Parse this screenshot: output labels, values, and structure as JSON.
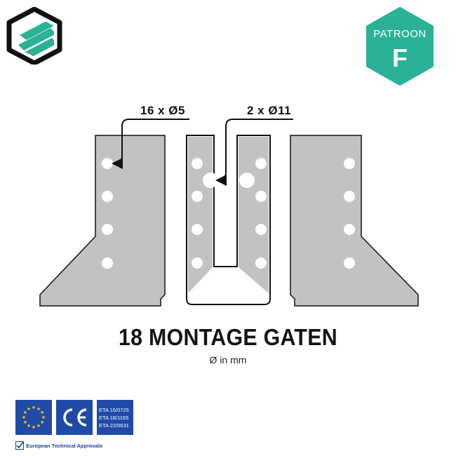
{
  "brand": {
    "logo_icon": "hexagon-stripes-logo",
    "primary_color": "#2bb296",
    "dark_color": "#111111"
  },
  "badge": {
    "label": "PATROON",
    "letter": "F",
    "color": "#2bb296"
  },
  "diagram": {
    "plate_color": "#c2c2c2",
    "hole_color": "#ffffff",
    "callouts": [
      {
        "label": "16 x Ø5",
        "target": "small-hole"
      },
      {
        "label": "2 x Ø11",
        "target": "large-hole"
      }
    ]
  },
  "title": "18 MONTAGE GATEN",
  "subtitle": "Ø in mm",
  "certifications": {
    "eu_flag_icon": "eu-flag-icon",
    "ce_mark": "CE",
    "eta_lines": [
      "ETA 15/0725",
      "ETA 18/1165",
      "ETA 22/0631"
    ],
    "approvals_label": "European Technical Approvals",
    "cert_color": "#1f4aa8"
  }
}
